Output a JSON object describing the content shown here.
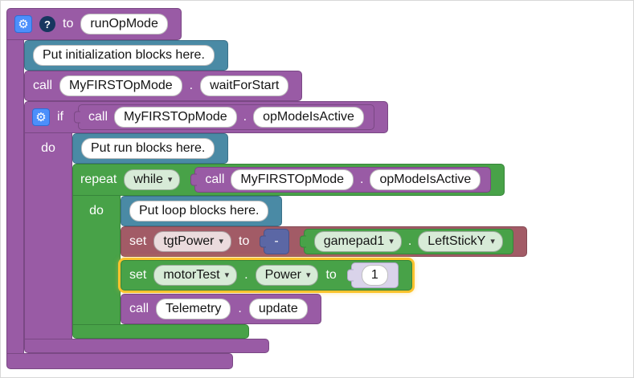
{
  "icons": {
    "gear": "⚙",
    "help": "?",
    "dropdown_arrow": "▾"
  },
  "colors": {
    "procedure_purple": "#995ba5",
    "comment_teal": "#4a8aa5",
    "loop_green": "#48a248",
    "variable_red": "#a25b66",
    "math_indigo": "#5b67a5",
    "shadow_lavender": "#d9d3ea",
    "highlight_yellow": "#fcc32d",
    "gear_button_blue": "#4c8ffb",
    "help_button_navy": "#17365f"
  },
  "procedure": {
    "label_to": "to",
    "name": "runOpMode"
  },
  "init_comment": {
    "text": "Put initialization blocks here."
  },
  "wait_for_start": {
    "label_call": "call",
    "target": "MyFIRSTOpMode",
    "dot": ".",
    "method": "waitForStart"
  },
  "if_block": {
    "label_if": "if",
    "label_do": "do",
    "condition": {
      "label_call": "call",
      "target": "MyFIRSTOpMode",
      "dot": ".",
      "method": "opModeIsActive"
    }
  },
  "run_comment": {
    "text": "Put run blocks here."
  },
  "repeat_block": {
    "label_repeat": "repeat",
    "mode_dropdown": "while",
    "label_do": "do",
    "condition": {
      "label_call": "call",
      "target": "MyFIRSTOpMode",
      "dot": ".",
      "method": "opModeIsActive"
    }
  },
  "loop_comment": {
    "text": "Put loop blocks here."
  },
  "set_tgt_power": {
    "label_set": "set",
    "variable_dropdown": "tgtPower",
    "label_to": "to",
    "negate": {
      "operator": "-",
      "gamepad": {
        "device_dropdown": "gamepad1",
        "dot": ".",
        "property_dropdown": "LeftStickY"
      }
    }
  },
  "set_motor_power": {
    "label_set": "set",
    "device_dropdown": "motorTest",
    "dot": ".",
    "property_dropdown": "Power",
    "label_to": "to",
    "value": "1"
  },
  "telemetry_update": {
    "label_call": "call",
    "target": "Telemetry",
    "dot": ".",
    "method": "update"
  }
}
